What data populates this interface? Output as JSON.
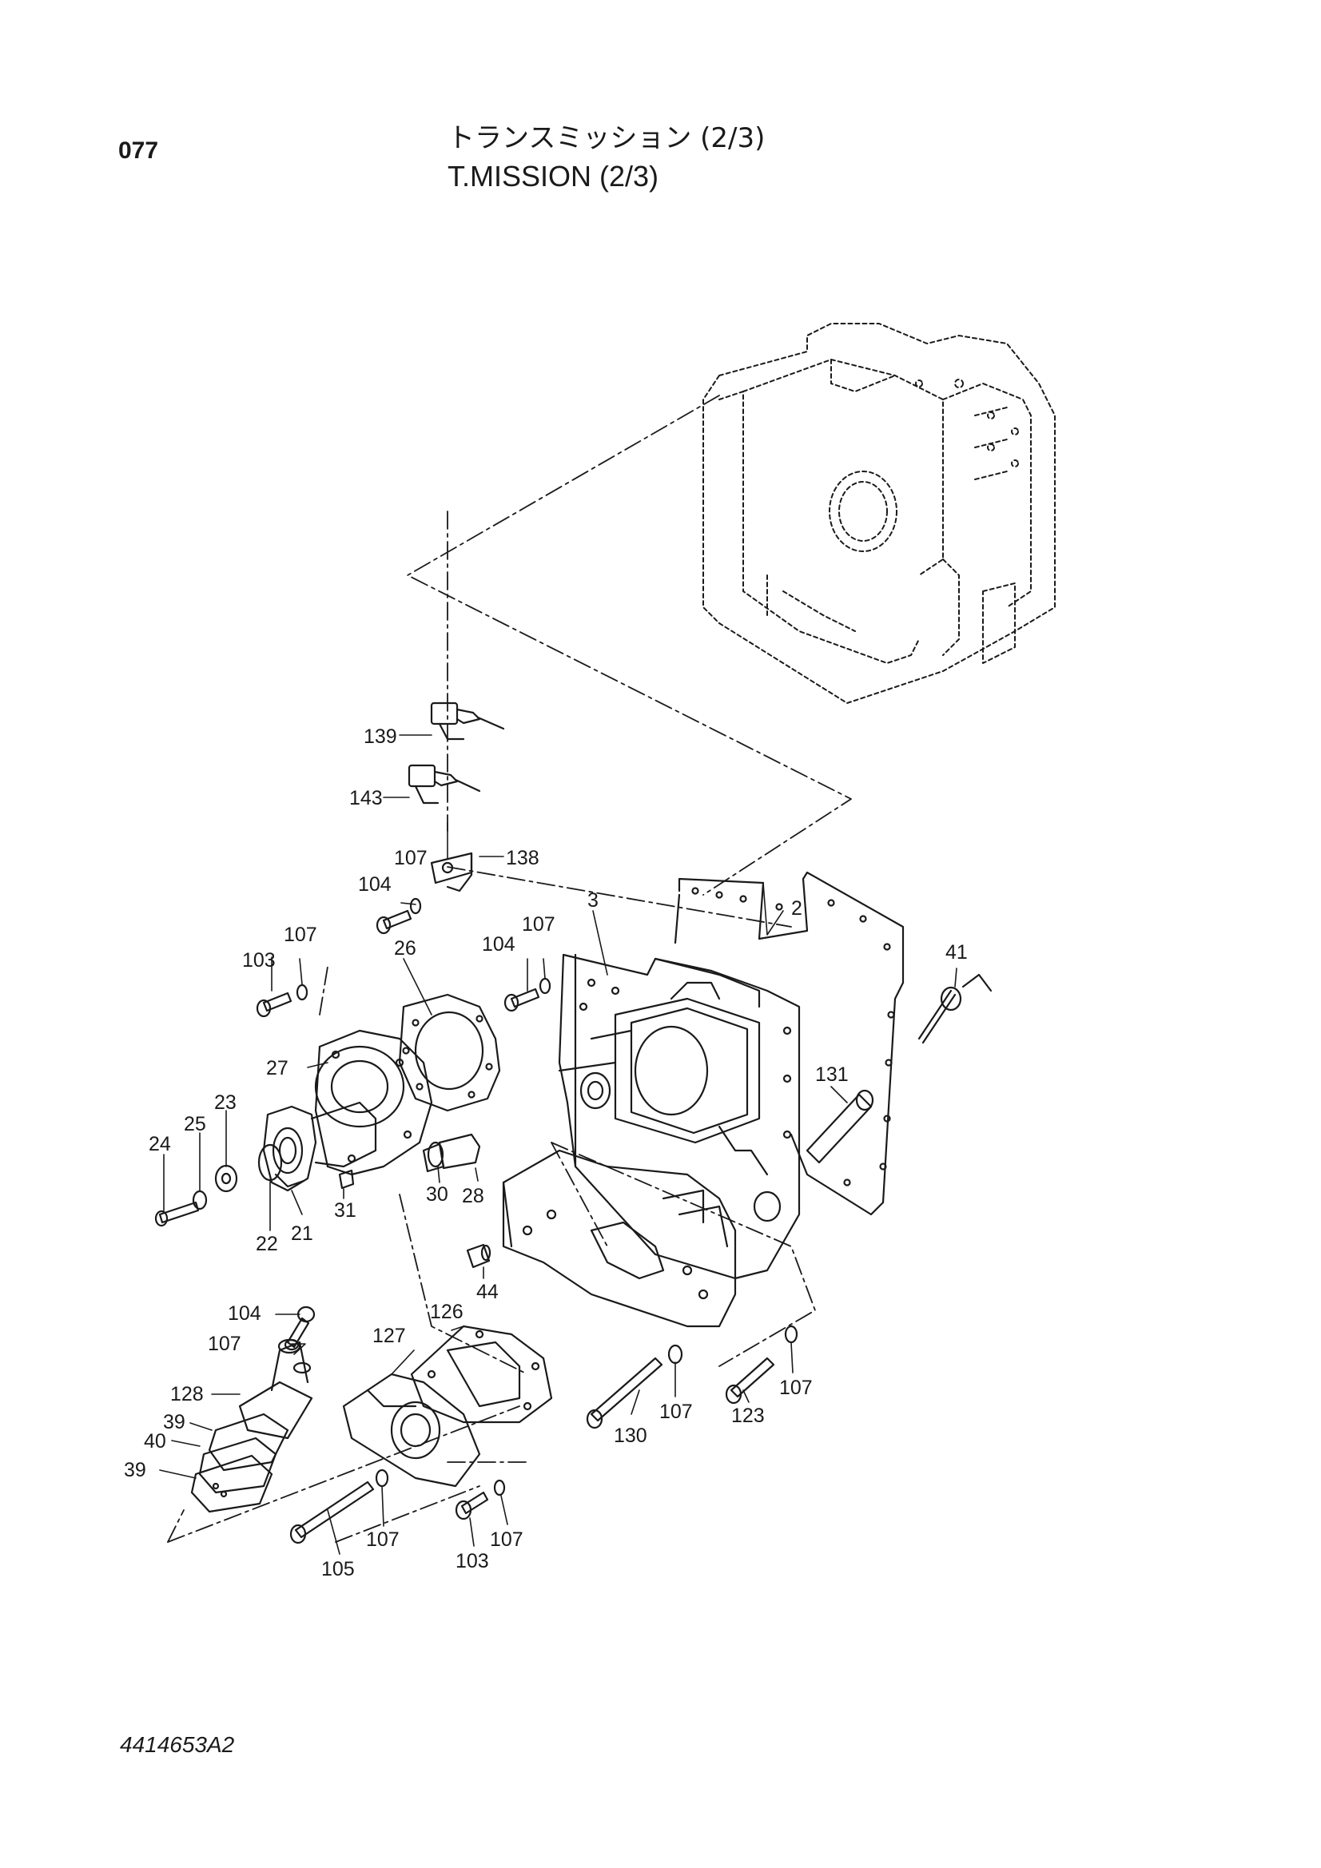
{
  "header": {
    "page_number": "077",
    "title_jp": "トランスミッション (2/3)",
    "title_en": "T.MISSION (2/3)"
  },
  "footer": {
    "drawing_number": "4414653A2"
  },
  "callouts": [
    "139",
    "143",
    "107",
    "138",
    "104",
    "107",
    "103",
    "26",
    "104",
    "107",
    "3",
    "2",
    "41",
    "27",
    "23",
    "25",
    "24",
    "131",
    "30",
    "28",
    "31",
    "22",
    "21",
    "44",
    "104",
    "107",
    "126",
    "127",
    "128",
    "39",
    "40",
    "39",
    "130",
    "107",
    "123",
    "107",
    "105",
    "107",
    "103",
    "107"
  ]
}
